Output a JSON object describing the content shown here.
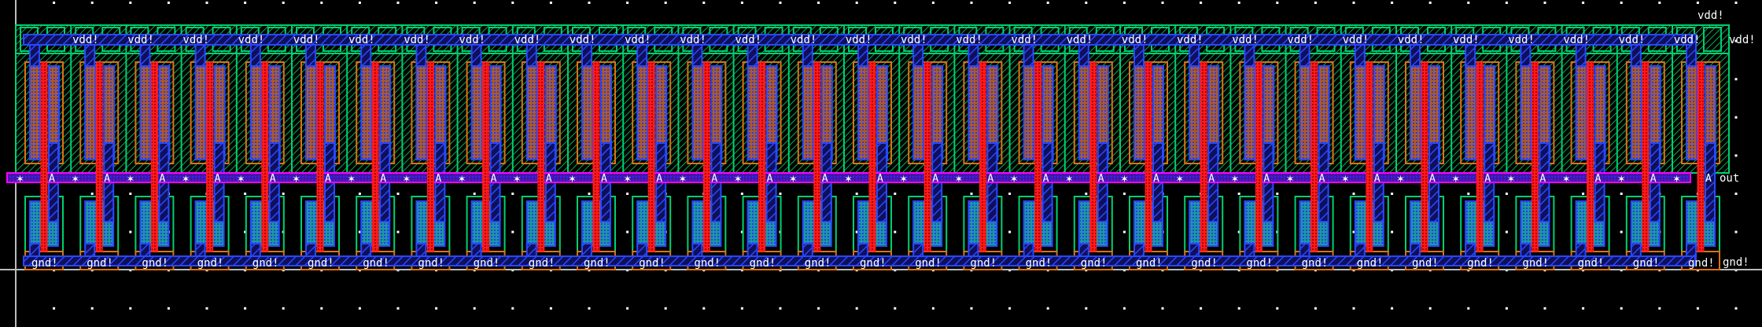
{
  "layout": {
    "cell_count": 31,
    "labels": {
      "supply": "vdd!",
      "ground": "gnd!",
      "input": "A",
      "output": "out"
    }
  },
  "colors": {
    "background": "#000000",
    "nwell": "#00c060",
    "metal1": "#2040ff",
    "poly": "#ff1010",
    "diffusion_p": "#e07010",
    "bus": "#ff00ff",
    "grid": "#ffffff",
    "label": "#ffffff"
  }
}
